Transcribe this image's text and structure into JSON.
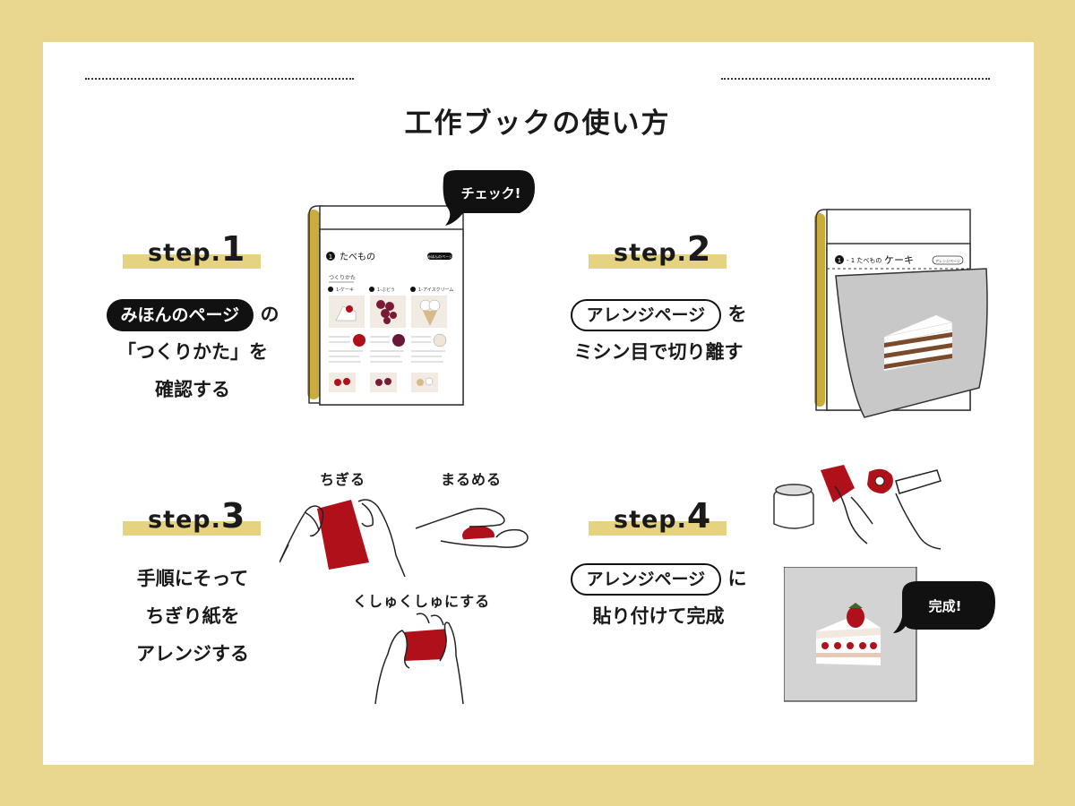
{
  "header": {
    "title": "工作ブックの使い方"
  },
  "steps": [
    {
      "label": "step.",
      "num": "1",
      "highlight": "みほんのページ",
      "after_highlight": "の",
      "line2": "「つくりかた」を",
      "line3": "確認する",
      "bubble": "チェック!"
    },
    {
      "label": "step.",
      "num": "2",
      "highlight": "アレンジページ",
      "after_highlight": "を",
      "line2": "ミシン目で切り離す"
    },
    {
      "label": "step.",
      "num": "3",
      "line1": "手順にそって",
      "line2": "ちぎり紙を",
      "line3": "アレンジする",
      "caption_tear": "ちぎる",
      "caption_roll": "まるめる",
      "caption_crumple": "くしゅくしゅにする"
    },
    {
      "label": "step.",
      "num": "4",
      "highlight": "アレンジページ",
      "after_highlight": "に",
      "line2": "貼り付けて完成",
      "bubble": "完成!"
    }
  ],
  "book1": {
    "chapter_num": "1",
    "chapter": "たべもの",
    "tag": "みほんのページ",
    "section": "つくりかた",
    "items": [
      "1-ケーキ",
      "1-ぶどう",
      "1-アイスクリーム"
    ]
  },
  "book2": {
    "chapter_num": "1",
    "chapter_sub": "- 1  たべもの",
    "item": "ケーキ",
    "tag": "アレンジページ"
  },
  "colors": {
    "frame": "#e9d78f",
    "accent_bar": "#e6d381",
    "red": "#b0101a",
    "binding": "#c9ac3a"
  }
}
